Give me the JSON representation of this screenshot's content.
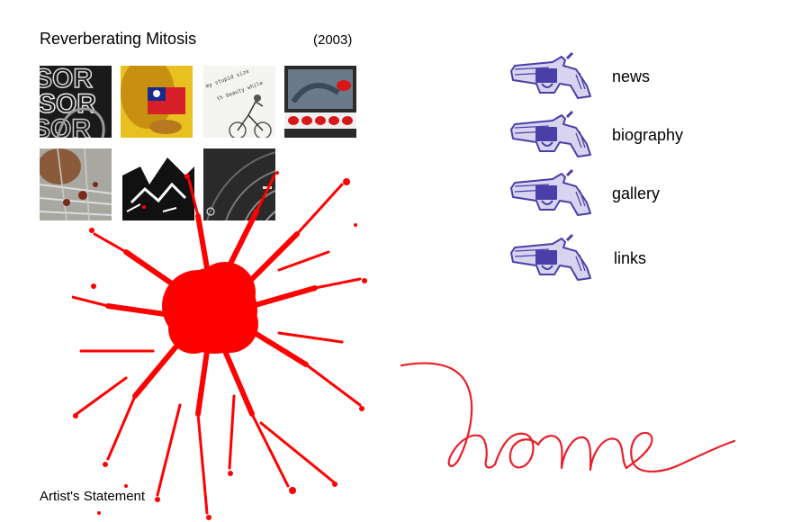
{
  "header": {
    "title": "Reverberating Mitosis",
    "year": "(2003)"
  },
  "gallery": {
    "thumbnails": [
      {
        "name": "thumb-1"
      },
      {
        "name": "thumb-2"
      },
      {
        "name": "thumb-3"
      },
      {
        "name": "thumb-4"
      },
      {
        "name": "thumb-5"
      },
      {
        "name": "thumb-6"
      },
      {
        "name": "thumb-7"
      }
    ]
  },
  "footer": {
    "statement_label": "Artist's Statement"
  },
  "nav": {
    "items": [
      {
        "label": "news",
        "icon": "revolver-icon"
      },
      {
        "label": "biography",
        "icon": "revolver-icon"
      },
      {
        "label": "gallery",
        "icon": "revolver-icon"
      },
      {
        "label": "links",
        "icon": "revolver-icon"
      }
    ]
  },
  "home_link": {
    "label": "home",
    "icon": "handwritten-home"
  },
  "colors": {
    "splatter": "#ff0000",
    "revolver": "#4a3fa8",
    "home_stroke": "#e8202a"
  }
}
